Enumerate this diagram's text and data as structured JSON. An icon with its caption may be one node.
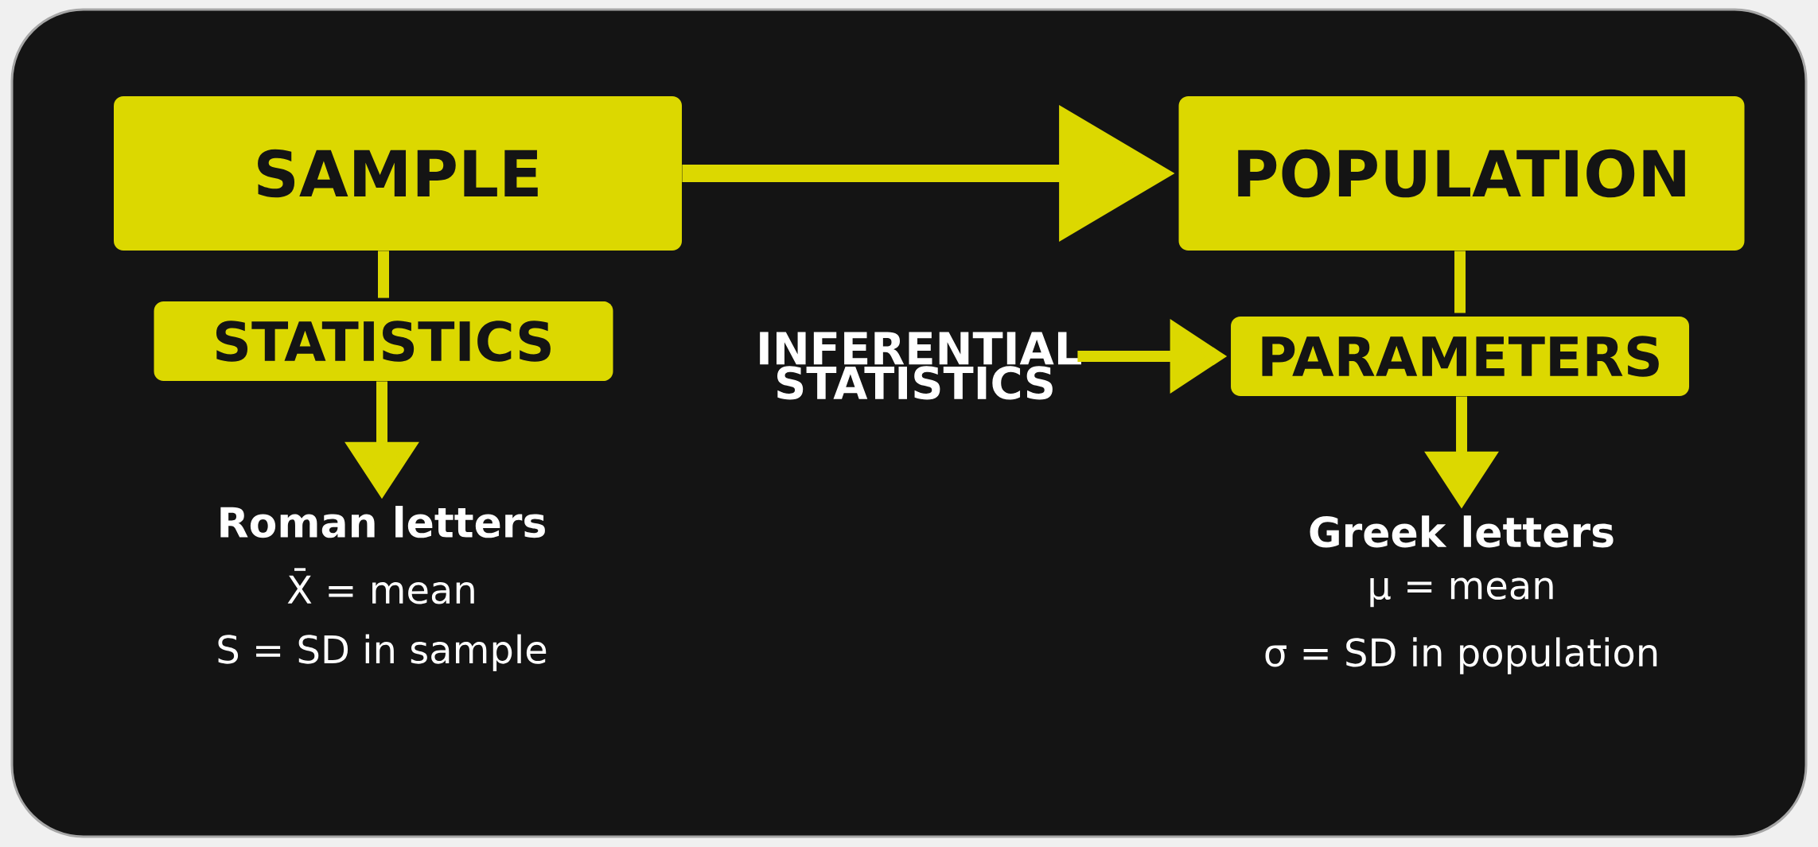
{
  "diagram": {
    "nodes": [
      {
        "text": [
          "SAMPLE"
        ]
      },
      {
        "text": [
          "POPULATION"
        ]
      },
      {
        "text": [
          "STATISTICS"
        ]
      },
      {
        "text": [
          "INFERENTIAL STATISTICS"
        ]
      },
      {
        "text": [
          "PARAMETERS"
        ]
      },
      {
        "text": [
          "Roman letters",
          "X̄ = mean",
          "S = SD in sample"
        ]
      },
      {
        "text": [
          "Greek letters",
          "μ = mean",
          "σ = SD in population"
        ]
      }
    ],
    "edges": [
      {
        "from": 0,
        "to": 1,
        "arrow": "to"
      },
      {
        "from": 0,
        "to": 2,
        "arrow": "none"
      },
      {
        "from": 2,
        "to": 5,
        "arrow": "to"
      },
      {
        "from": 1,
        "to": 4,
        "arrow": "none"
      },
      {
        "from": 4,
        "to": 6,
        "arrow": "to"
      },
      {
        "from": 3,
        "to": 4,
        "arrow": "to"
      }
    ]
  }
}
